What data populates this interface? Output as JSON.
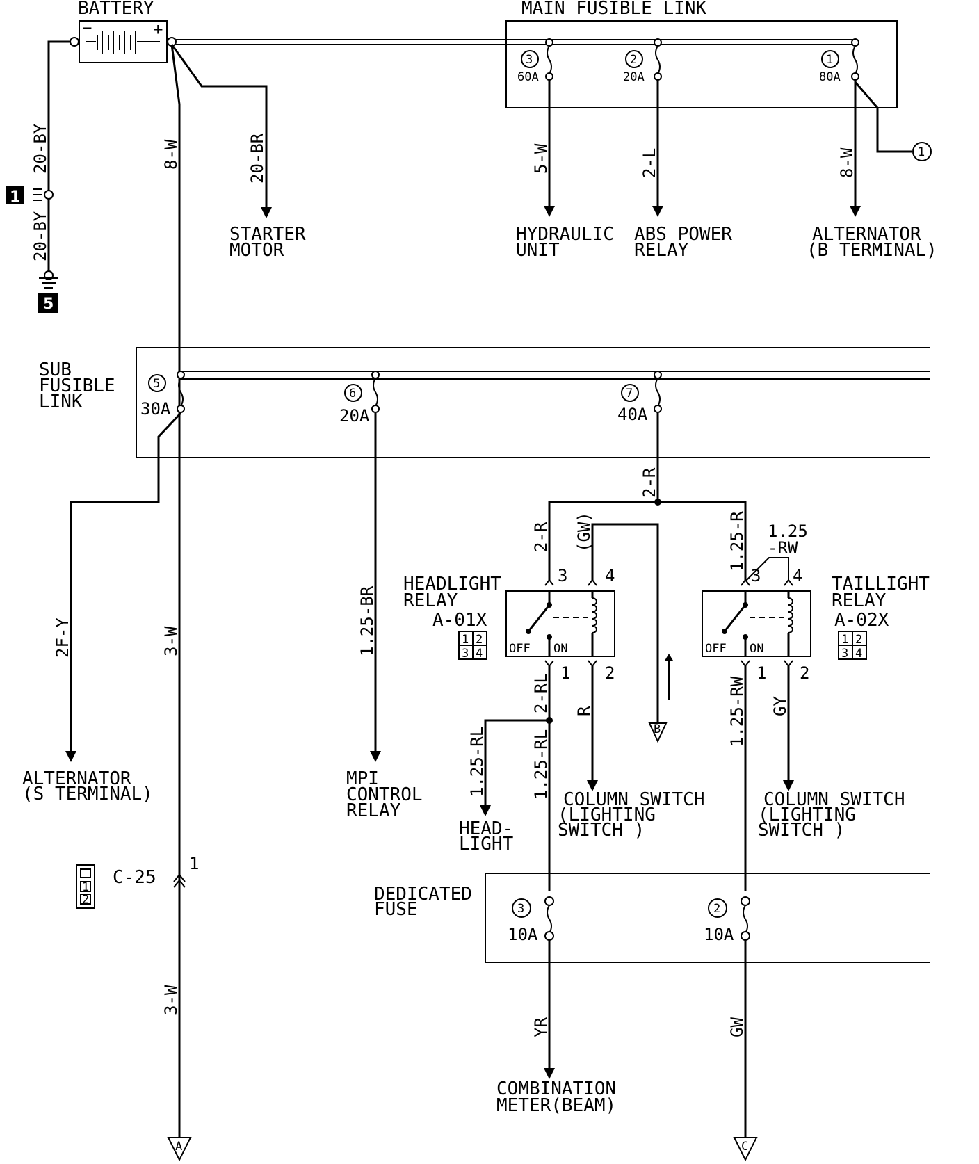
{
  "battery": {
    "label": "BATTERY",
    "minus": "−",
    "plus": "+"
  },
  "main_fusible_link": {
    "label": "MAIN FUSIBLE LINK",
    "fuses": [
      {
        "num": "3",
        "rating": "60A"
      },
      {
        "num": "2",
        "rating": "20A"
      },
      {
        "num": "1",
        "rating": "80A"
      }
    ]
  },
  "ground": {
    "badge_1": "1",
    "badge_5": "5",
    "wire_upper": "20-BY",
    "wire_lower": "20-BY"
  },
  "wires": {
    "bat_main": "8-W",
    "starter": "20-BR",
    "hydraulic": "5-W",
    "abs": "2-L",
    "alternator_b": "8-W",
    "sub_to_alt": "2F-Y",
    "main_trunk": "3-W",
    "main_trunk_lower": "3-W",
    "mpi": "1.25-BR",
    "fuse7_out": "2-R",
    "hl_relay_in3": "2-R",
    "hl_relay_in4": "(GW)",
    "tl_relay_in3": "1.25-R",
    "tl_relay_in4_a": "1.25",
    "tl_relay_in4_b": "-RW",
    "hl_relay_out1": "2-RL",
    "hl_relay_out2": "R",
    "headlight_branch": "1.25-RL",
    "hl_to_fuse": "1.25-RL",
    "tl_relay_out1": "1.25-RW",
    "tl_relay_out2": "GY",
    "fuse3_out": "YR",
    "fuse2_out": "GW"
  },
  "destinations": {
    "starter_l1": "STARTER",
    "starter_l2": "MOTOR",
    "hydraulic_l1": "HYDRAULIC",
    "hydraulic_l2": "UNIT",
    "abs_l1": "ABS POWER",
    "abs_l2": "RELAY",
    "alt_b_l1": "ALTERNATOR",
    "alt_b_l2": "(B TERMINAL)",
    "alt_s_l1": "ALTERNATOR",
    "alt_s_l2": "(S TERMINAL)",
    "mpi_l1": "MPI",
    "mpi_l2": "CONTROL",
    "mpi_l3": "RELAY",
    "headlight_l1": "HEAD-",
    "headlight_l2": "LIGHT",
    "colsw1_l1": "COLUMN SWITCH",
    "colsw1_l2": "(LIGHTING",
    "colsw1_l3": "SWITCH    )",
    "colsw2_l1": "COLUMN SWITCH",
    "colsw2_l2": "(LIGHTING",
    "colsw2_l3": "SWITCH    )",
    "meter_l1": "COMBINATION",
    "meter_l2": "METER(BEAM)"
  },
  "sub_fusible_link": {
    "label_l1": "SUB",
    "label_l2": "FUSIBLE",
    "label_l3": "LINK",
    "fuses": [
      {
        "num": "5",
        "rating": "30A"
      },
      {
        "num": "6",
        "rating": "20A"
      },
      {
        "num": "7",
        "rating": "40A"
      }
    ]
  },
  "headlight_relay": {
    "name_l1": "HEADLIGHT",
    "name_l2": "RELAY",
    "code": "A-01X",
    "pins": [
      "3",
      "4",
      "1",
      "2"
    ],
    "off": "OFF",
    "on": "ON",
    "conn_pins": [
      "1",
      "2",
      "3",
      "4"
    ]
  },
  "taillight_relay": {
    "name_l1": "TAILLIGHT",
    "name_l2": "RELAY",
    "code": "A-02X",
    "pins": [
      "3",
      "4",
      "1",
      "2"
    ],
    "off": "OFF",
    "on": "ON",
    "conn_pins": [
      "1",
      "2",
      "3",
      "4"
    ]
  },
  "dedicated_fuse": {
    "label_l1": "DEDICATED",
    "label_l2": "FUSE",
    "fuses": [
      {
        "num": "3",
        "rating": "10A"
      },
      {
        "num": "2",
        "rating": "10A"
      }
    ]
  },
  "connector_c25": {
    "code": "C-25",
    "pin": "1",
    "conn_pins": [
      "1",
      "2"
    ]
  },
  "offpage": {
    "a": "A",
    "b": "B",
    "c": "C",
    "circled_1": "1"
  }
}
